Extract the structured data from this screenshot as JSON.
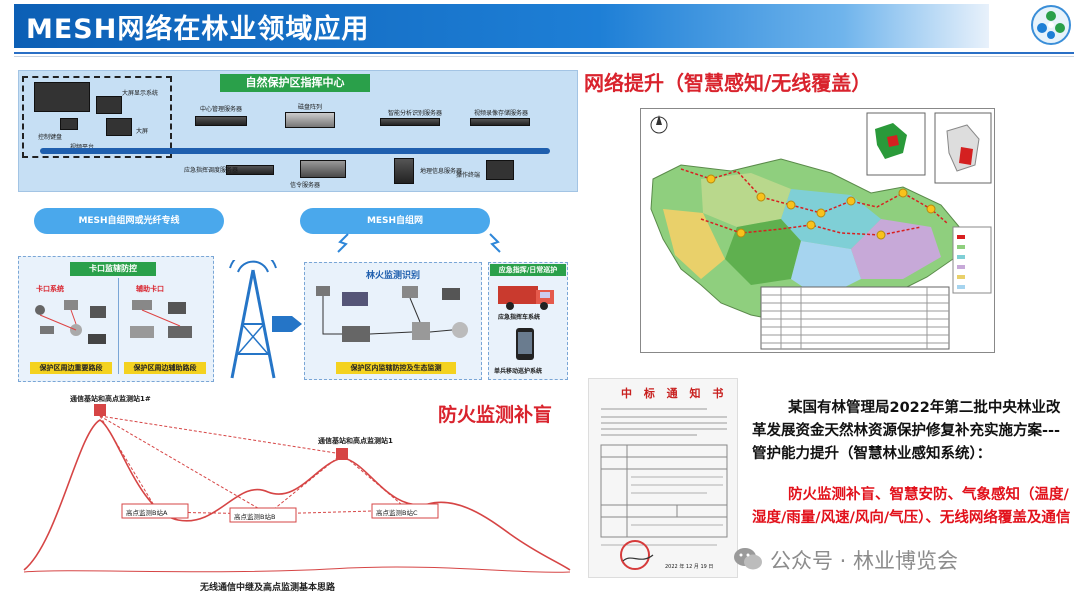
{
  "header": {
    "title": "MESH网络在林业领域应用"
  },
  "top_left": {
    "command_center": "自然保护区指挥中心",
    "large_screen_system": "大屏显示系统",
    "control_keyboard": "控制键盘",
    "large_screen": "大屏",
    "video_platform": "视频平台",
    "center_mgmt_server": "中心管理服务器",
    "disk_array": "磁盘阵列",
    "smart_analysis_server": "智能分析识别服务器",
    "video_storage_server": "视频录像存储服务器",
    "emergency_dispatch": "应急指挥调度服务器",
    "signaling_server": "信令服务器",
    "geo_server": "地理信息服务器",
    "workstation": "操作终端"
  },
  "clouds": {
    "left": "MESH自组网或光纤专线",
    "right": "MESH自组网"
  },
  "lower_left": {
    "checkpoint_title": "卡口监辖防控",
    "checkpoint_system": "卡口系统",
    "aux_checkpoint": "辅助卡口",
    "perimeter_main": "保护区周边重要路段",
    "perimeter_aux": "保护区周边辅助路段",
    "fire_title": "林火监测识别",
    "fire_bottom": "保护区内监辖防控及生态监测",
    "emergency_title": "应急指挥/日常巡护",
    "emergency_vehicle": "应急指挥车系统",
    "mobile_patrol": "单兵移动巡护系统"
  },
  "network_heading": "网络提升（智慧感知/无线覆盖）",
  "fire_heading": "防火监测补盲",
  "relay_diagram": {
    "top_label": "通信基站和高点监测站1#",
    "mid_label": "通信基站和高点监测站1",
    "peak_a": "高点监测B站A",
    "peak_b": "高点监测B站B",
    "peak_c": "高点监测B站C",
    "caption": "无线通信中继及高点监测基本思路"
  },
  "notice_doc": {
    "title": "中 标 通 知 书",
    "date": "2022 年 12 月 19 日"
  },
  "description": {
    "main": "某国有林管理局2022年第二批中央林业改革发展资金天然林资源保护修复补充实施方案---管护能力提升（智慧林业感知系统）：",
    "highlight": "防火监测补盲、智慧安防、气象感知（温度/湿度/雨量/风速/风向/气压）、无线网络覆盖及通信"
  },
  "watermark": "公众号 · 林业博览会",
  "colors": {
    "title_blue": "#1468c0",
    "accent_red": "#d9232d",
    "green_label": "#2aa04a"
  }
}
